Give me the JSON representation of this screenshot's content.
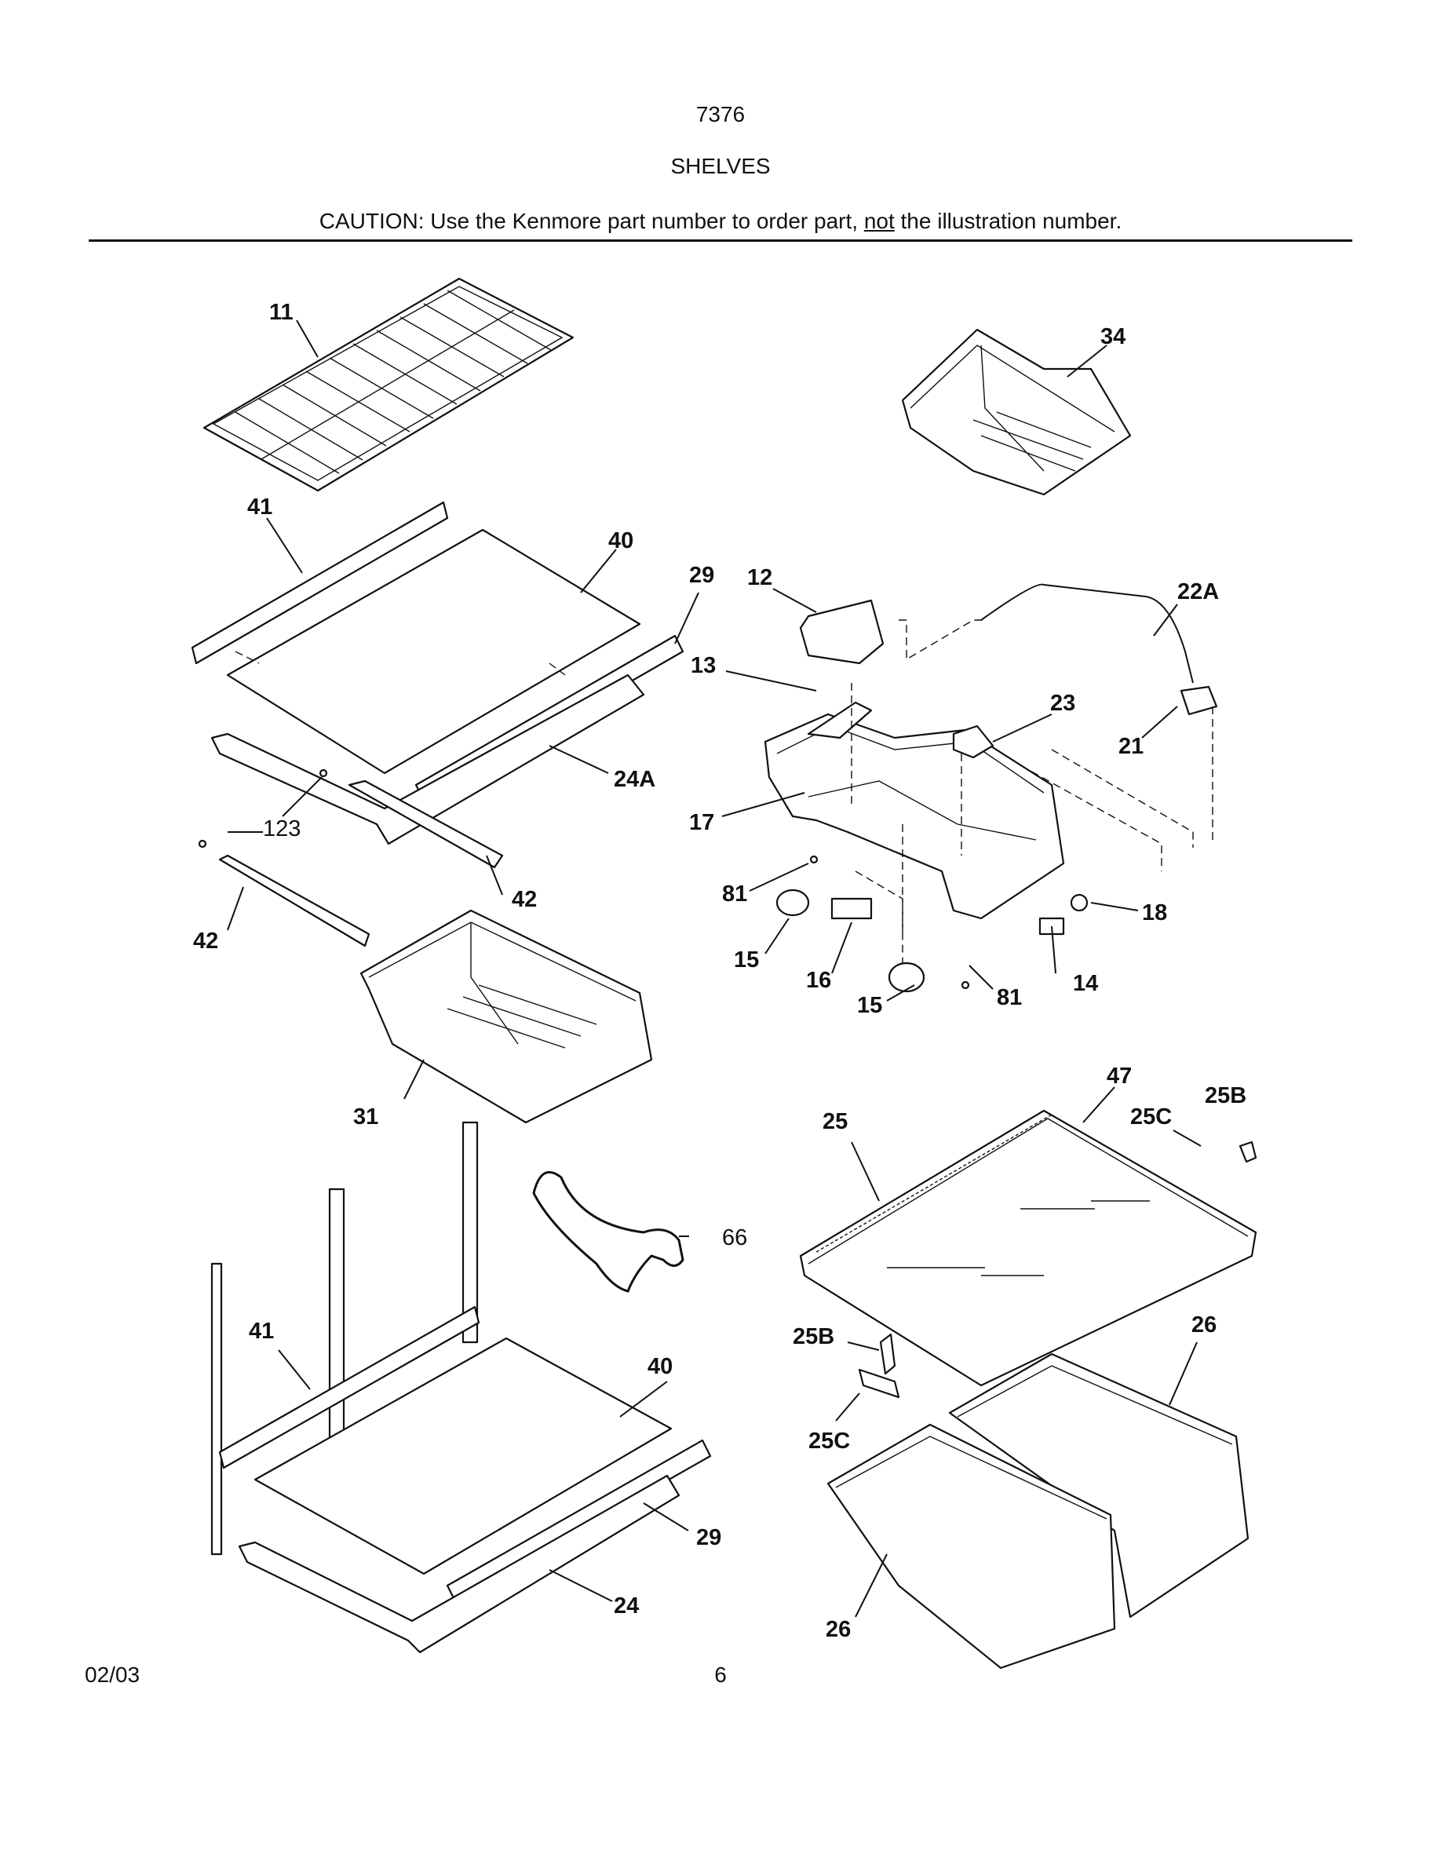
{
  "header": {
    "model": "7376",
    "section": "SHELVES",
    "caution_prefix": "CAUTION: Use the Kenmore part number to order part, ",
    "caution_underlined": "not",
    "caution_suffix": " the illustration number."
  },
  "footer": {
    "date": "02/03",
    "page": "6"
  },
  "callouts": {
    "c11": "11",
    "c34": "34",
    "c41a": "41",
    "c40a": "40",
    "c29a": "29",
    "c12": "12",
    "c22A": "22A",
    "c13": "13",
    "c23": "23",
    "c21": "21",
    "c24A": "24A",
    "c17": "17",
    "c123": "123",
    "c42a": "42",
    "c42b": "42",
    "c81a": "81",
    "c18": "18",
    "c15a": "15",
    "c16": "16",
    "c14": "14",
    "c15b": "15",
    "c81b": "81",
    "c47": "47",
    "c25B_top": "25B",
    "c31": "31",
    "c25": "25",
    "c25C_top": "25C",
    "c66": "66",
    "c41b": "41",
    "c26a": "26",
    "c25B_bot": "25B",
    "c40b": "40",
    "c25C_bot": "25C",
    "c29b": "29",
    "c24": "24",
    "c26b": "26"
  }
}
